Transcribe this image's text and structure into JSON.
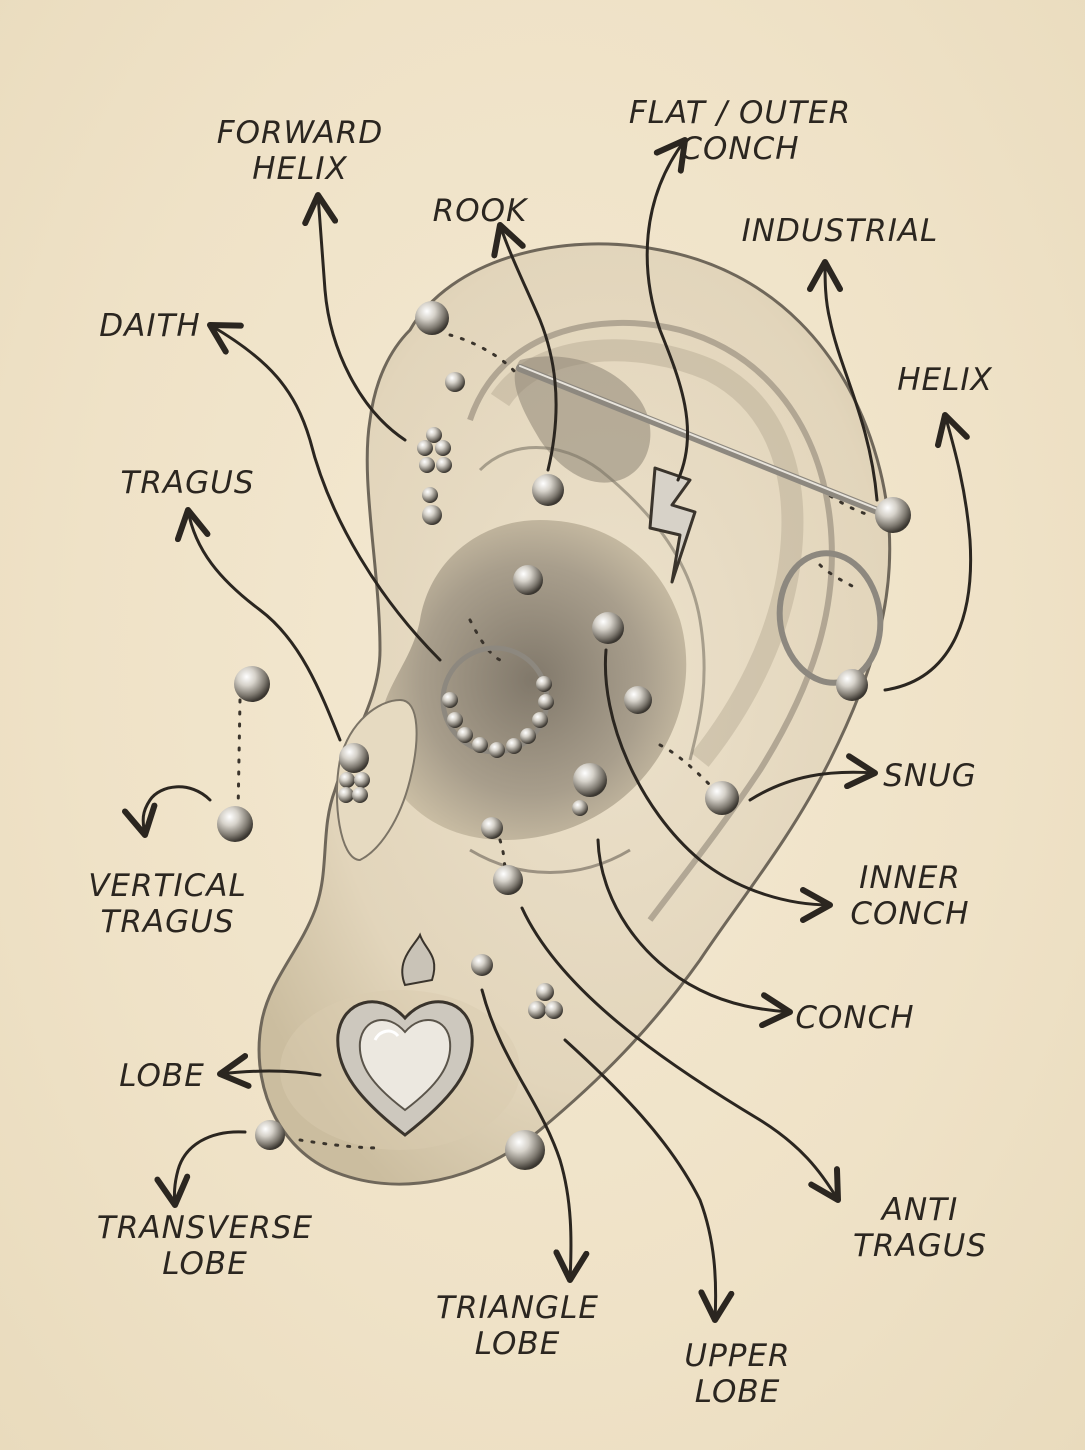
{
  "labels": {
    "forward_helix": [
      "FORWARD",
      "HELIX"
    ],
    "rook": [
      "ROOK"
    ],
    "flat_outer_conch": [
      "FLAT / OUTER",
      "CONCH"
    ],
    "industrial": [
      "INDUSTRIAL"
    ],
    "daith": [
      "DAITH"
    ],
    "helix": [
      "HELIX"
    ],
    "tragus": [
      "TRAGUS"
    ],
    "snug": [
      "SNUG"
    ],
    "vertical_tragus": [
      "VERTICAL",
      "TRAGUS"
    ],
    "inner_conch": [
      "INNER",
      "CONCH"
    ],
    "conch": [
      "CONCH"
    ],
    "lobe": [
      "LOBE"
    ],
    "transverse_lobe": [
      "TRANSVERSE",
      "LOBE"
    ],
    "anti_tragus": [
      "ANTI",
      "TRAGUS"
    ],
    "triangle_lobe": [
      "TRIANGLE",
      "LOBE"
    ],
    "upper_lobe": [
      "UPPER",
      "LOBE"
    ]
  },
  "colors": {
    "paper": "#f1e5cc",
    "ink": "#2b2620",
    "skin": "#e8dcc4",
    "shadow": "#8f8676",
    "metal": "#b9b5ad"
  }
}
